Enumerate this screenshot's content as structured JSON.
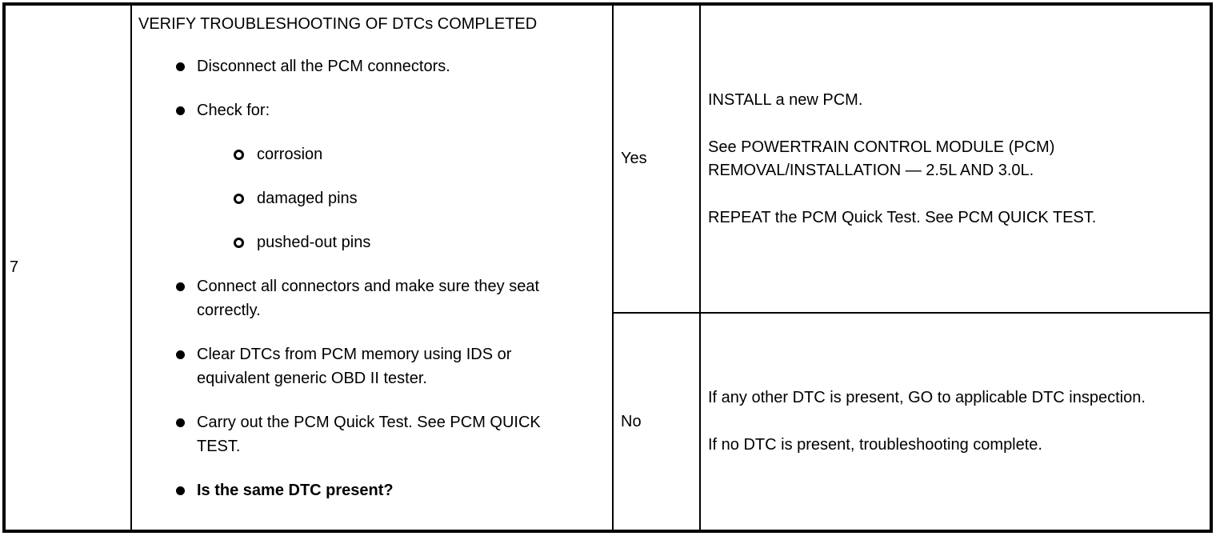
{
  "table": {
    "step_number": "7",
    "procedure": {
      "title": "VERIFY TROUBLESHOOTING OF DTCs COMPLETED",
      "bullets": [
        {
          "level": 1,
          "bold": false,
          "text": "Disconnect all the PCM connectors."
        },
        {
          "level": 1,
          "bold": false,
          "text": "Check for:"
        },
        {
          "level": 2,
          "bold": false,
          "text": "corrosion"
        },
        {
          "level": 2,
          "bold": false,
          "text": "damaged pins"
        },
        {
          "level": 2,
          "bold": false,
          "text": "pushed-out pins"
        },
        {
          "level": 1,
          "bold": false,
          "text": "Connect all connectors and make sure they seat correctly."
        },
        {
          "level": 1,
          "bold": false,
          "text": "Clear DTCs from PCM memory using IDS or equivalent generic OBD II tester."
        },
        {
          "level": 1,
          "bold": false,
          "text": "Carry out the PCM Quick Test. See PCM QUICK TEST."
        },
        {
          "level": 1,
          "bold": true,
          "text": "Is the same DTC present?"
        }
      ]
    },
    "results": [
      {
        "answer": "Yes",
        "actions": [
          "INSTALL a new PCM.",
          "See POWERTRAIN CONTROL MODULE (PCM) REMOVAL/INSTALLATION — 2.5L AND 3.0L.",
          "REPEAT the PCM Quick Test. See PCM QUICK TEST."
        ]
      },
      {
        "answer": "No",
        "actions": [
          "If any other DTC is present, GO to applicable DTC inspection.",
          "If no DTC is present, troubleshooting complete."
        ]
      }
    ],
    "colors": {
      "border": "#000000",
      "background": "#ffffff",
      "text": "#000000"
    }
  }
}
